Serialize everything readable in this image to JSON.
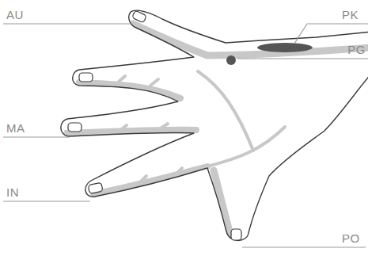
{
  "diagram": {
    "labels": [
      "AU",
      "PK",
      "PG",
      "MA",
      "IN",
      "PO"
    ]
  }
}
